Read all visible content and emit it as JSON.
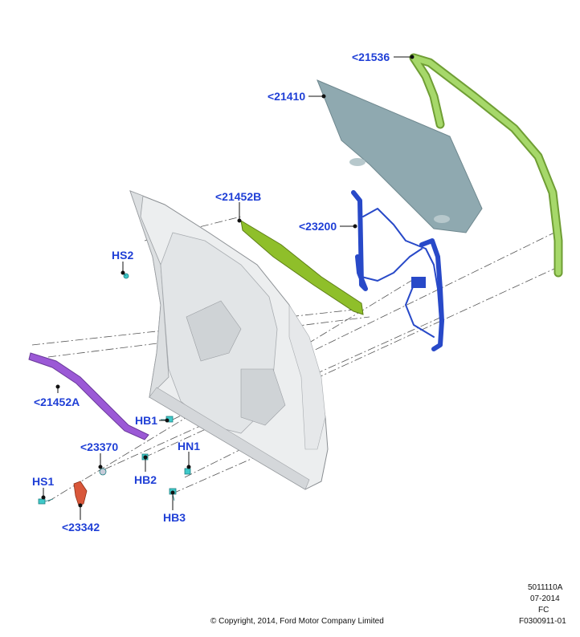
{
  "callouts": {
    "c21536": "<21536",
    "c21410": "<21410",
    "c21452B": "<21452B",
    "c23200": "<23200",
    "hs2": "HS2",
    "c21452A": "<21452A",
    "hb1": "HB1",
    "c23370": "<23370",
    "hn1": "HN1",
    "hs1": "HS1",
    "hb2": "HB2",
    "c23342": "<23342",
    "hb3": "HB3"
  },
  "footer": {
    "code1": "5011110A",
    "date": "07-2014",
    "fc": "FC",
    "code2": "F0300911-01",
    "copyright": "© Copyright, 2014, Ford Motor Company Limited"
  },
  "colors": {
    "callout": "#1f3fd6",
    "glass": "#8fa9b0",
    "run_channel": "#8cc24a",
    "belt_outer": "#8fbf2a",
    "belt_inner": "#9b59d6",
    "regulator": "#2849c8",
    "fastener": "#3fc9c9",
    "bracket": "#d9573a"
  }
}
